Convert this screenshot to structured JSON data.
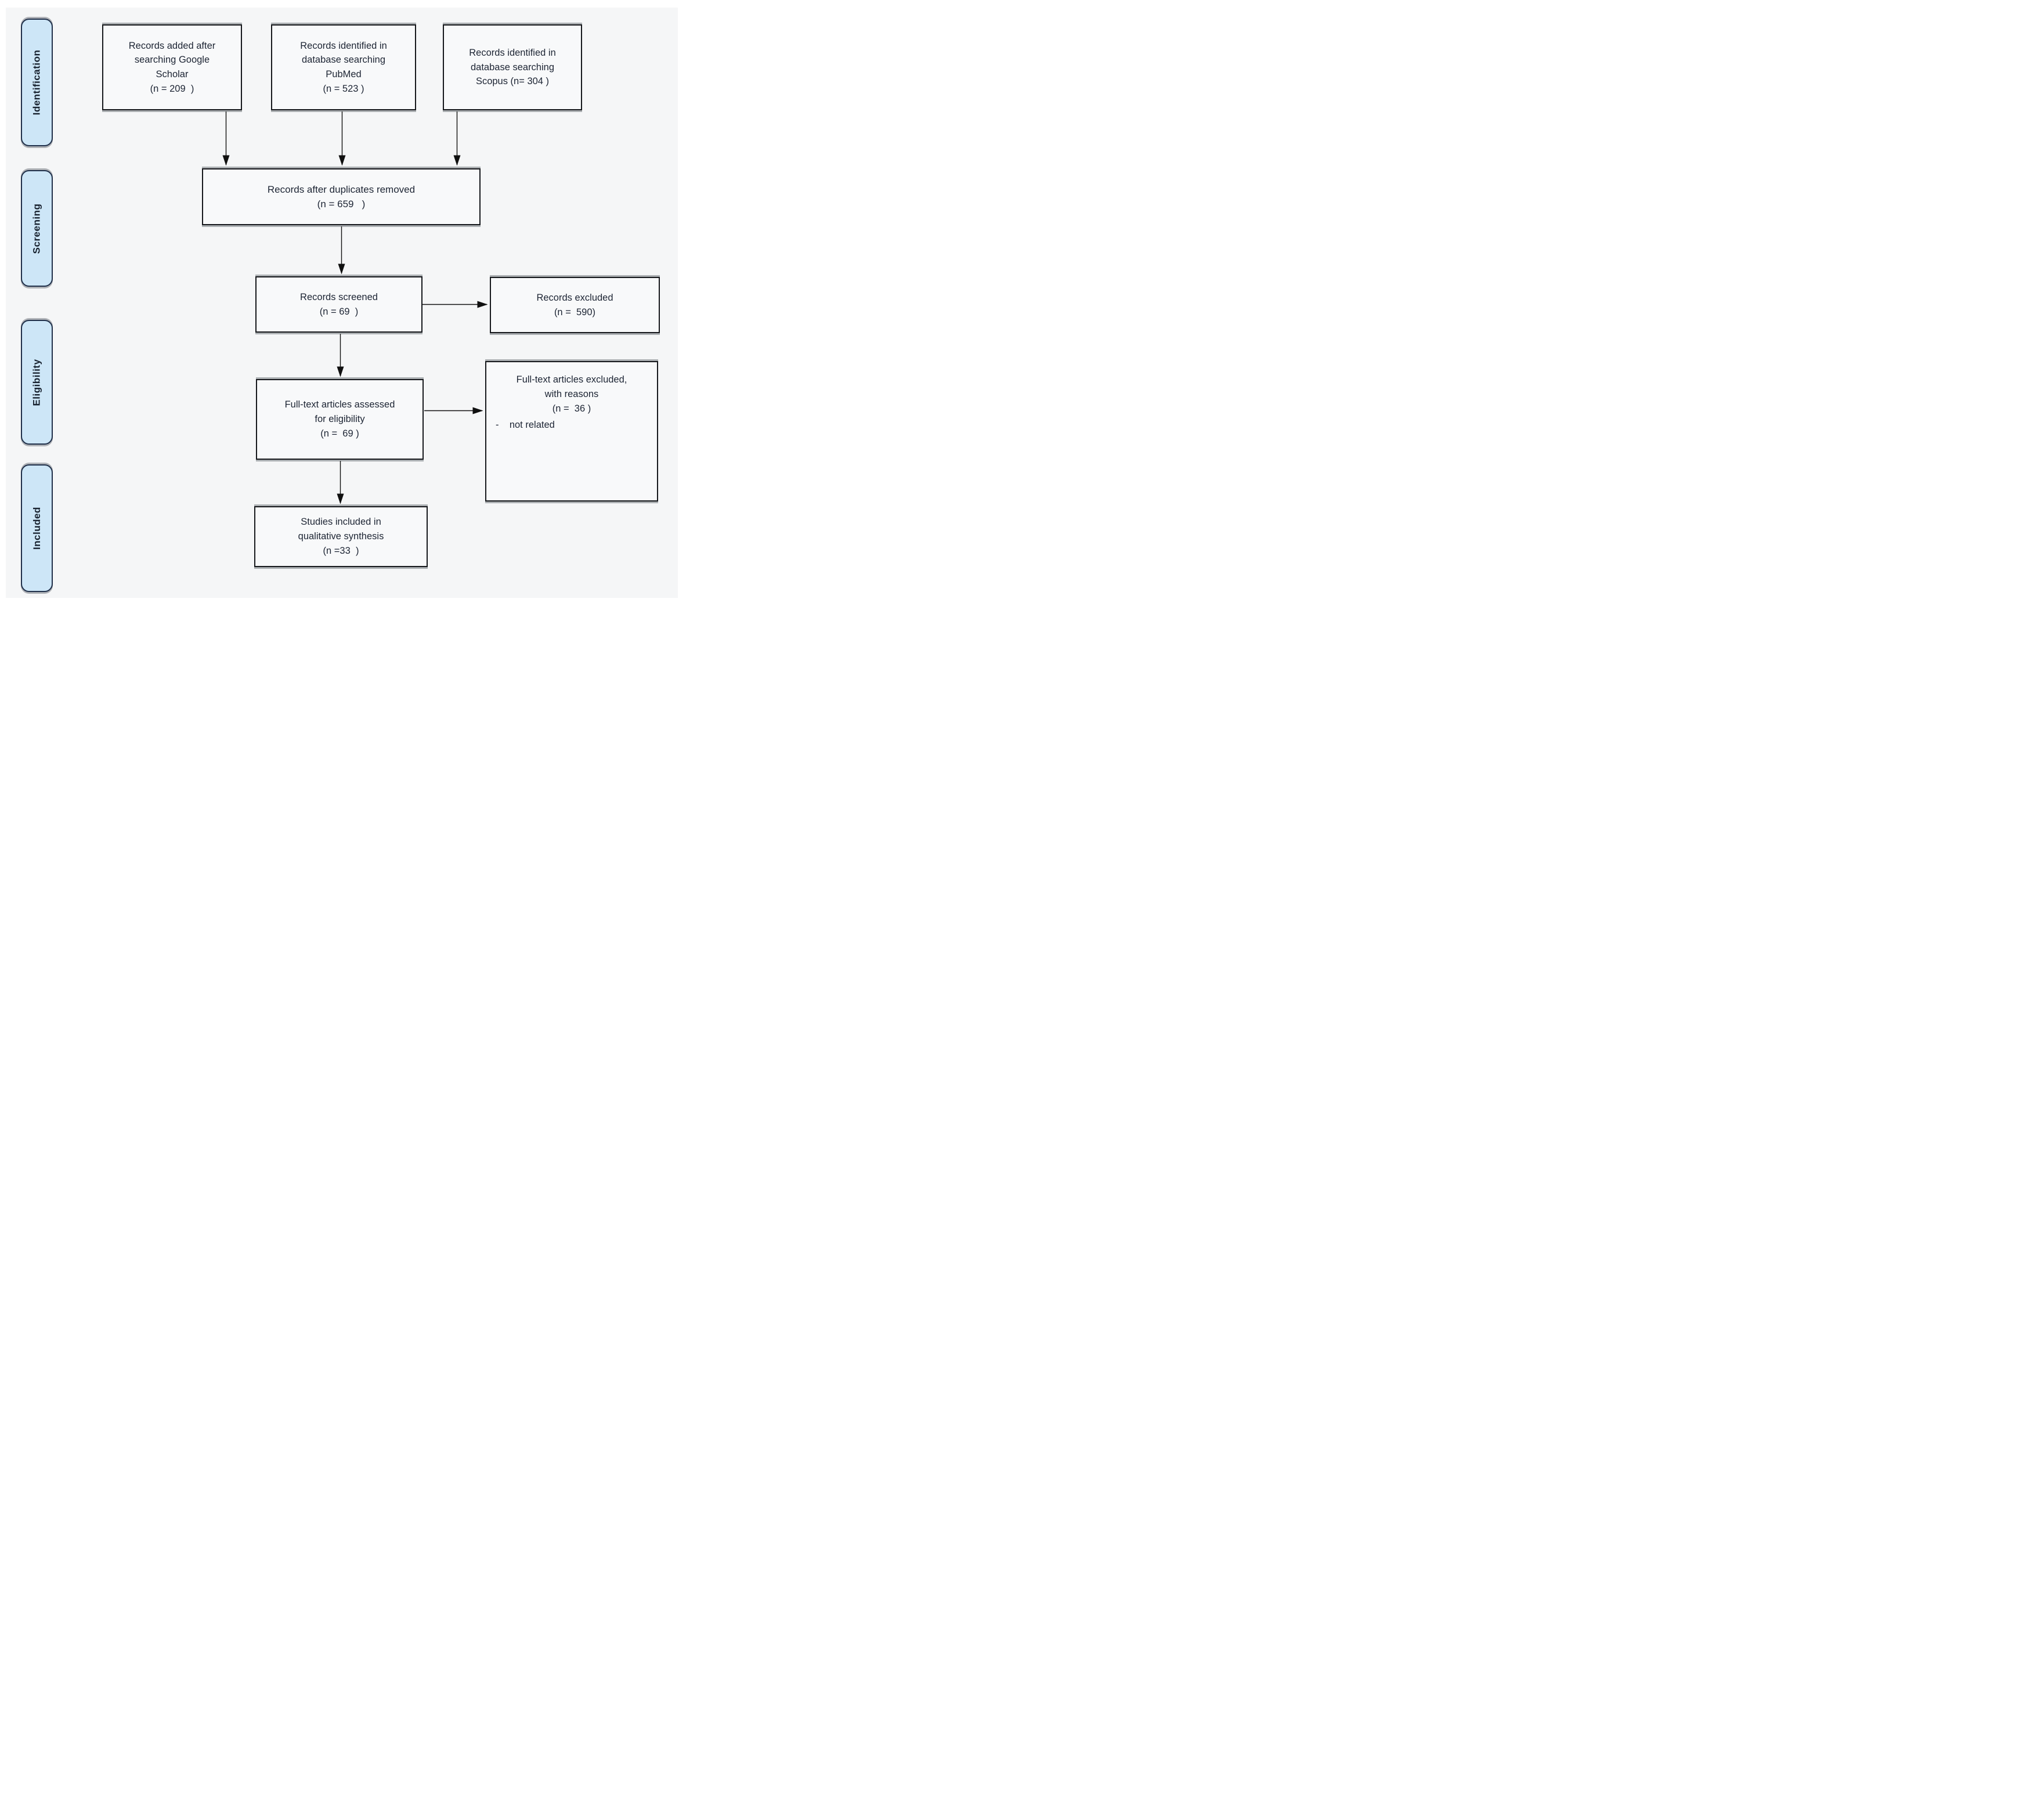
{
  "title": "PRISMA flow diagram",
  "sidebar": {
    "stages": [
      {
        "label": "Identification"
      },
      {
        "label": "Screening"
      },
      {
        "label": "Eligibility"
      },
      {
        "label": "Included"
      }
    ]
  },
  "boxes": {
    "google_scholar": {
      "lines": [
        "Records added after",
        "searching Google",
        "Scholar",
        "(n = 209  )"
      ]
    },
    "pubmed": {
      "lines": [
        "Records identified in",
        "database searching",
        "PubMed",
        "(n = 523 )"
      ]
    },
    "scopus": {
      "lines": [
        "Records identified in",
        "database searching",
        "Scopus (n= 304 )"
      ]
    },
    "duplicates_removed": {
      "lines": [
        "Records after duplicates removed",
        "(n = 659   )"
      ]
    },
    "records_screened": {
      "lines": [
        "Records screened",
        "(n = 69  )"
      ]
    },
    "records_excluded": {
      "lines": [
        "Records excluded",
        "(n =  590)"
      ]
    },
    "fulltext_assessed": {
      "lines": [
        "Full-text articles assessed",
        "for eligibility",
        "(n =  69 )"
      ]
    },
    "fulltext_excluded": {
      "lines": [
        "Full-text articles excluded,",
        "with reasons",
        "(n =  36 )"
      ],
      "bullet": "-    not related"
    },
    "studies_included": {
      "lines": [
        "Studies included in",
        "qualitative synthesis",
        "(n =33  )"
      ]
    }
  },
  "colors": {
    "background": "#f5f6f7",
    "box_fill": "#f8f9fa",
    "box_border": "#16181c",
    "stage_fill": "#cde6f7",
    "stage_border": "#20304a",
    "text": "#1c2433",
    "arrow": "#101010"
  }
}
